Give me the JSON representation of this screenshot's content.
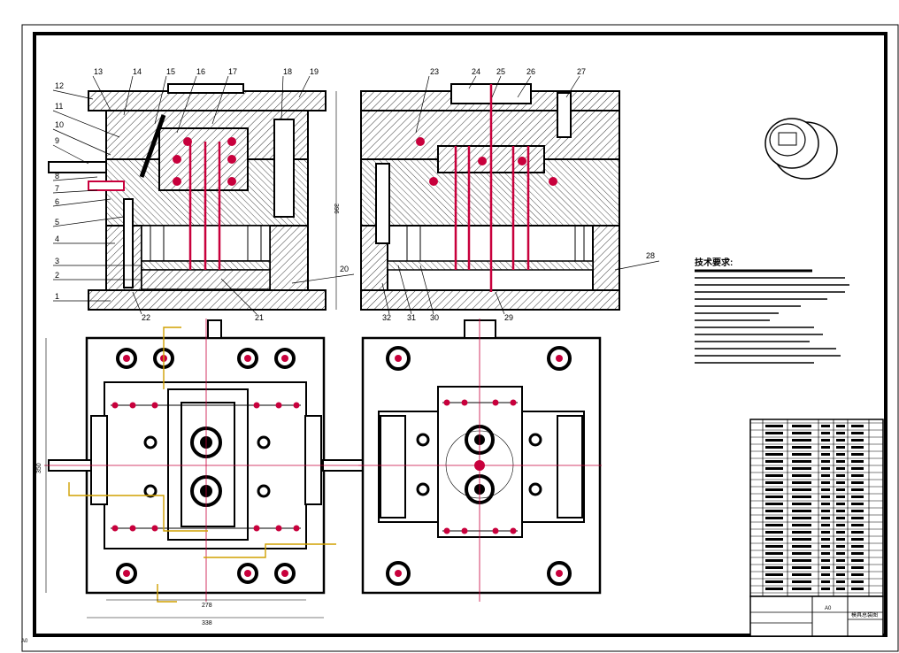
{
  "sheet": {
    "size_code": "A0"
  },
  "part_labels": [
    "1",
    "2",
    "3",
    "4",
    "5",
    "6",
    "7",
    "8",
    "9",
    "10",
    "11",
    "12",
    "13",
    "14",
    "15",
    "16",
    "17",
    "18",
    "19",
    "20",
    "21",
    "22",
    "23",
    "24",
    "25",
    "26",
    "27",
    "28",
    "29",
    "30",
    "31",
    "32"
  ],
  "dimensions": {
    "total_height_front": "396",
    "plan_height": "350",
    "plan_width_inner": "278",
    "plan_width_outer": "338"
  },
  "tech_requirements": {
    "heading": "技术要求:",
    "line_count": 13
  },
  "title_block": {
    "stamp_1": "A0",
    "stamp_2": "模具总装图"
  },
  "colors": {
    "line": "#000000",
    "highlight": "#c8003c",
    "note": "#d0a000",
    "leader": "#a000c8"
  }
}
